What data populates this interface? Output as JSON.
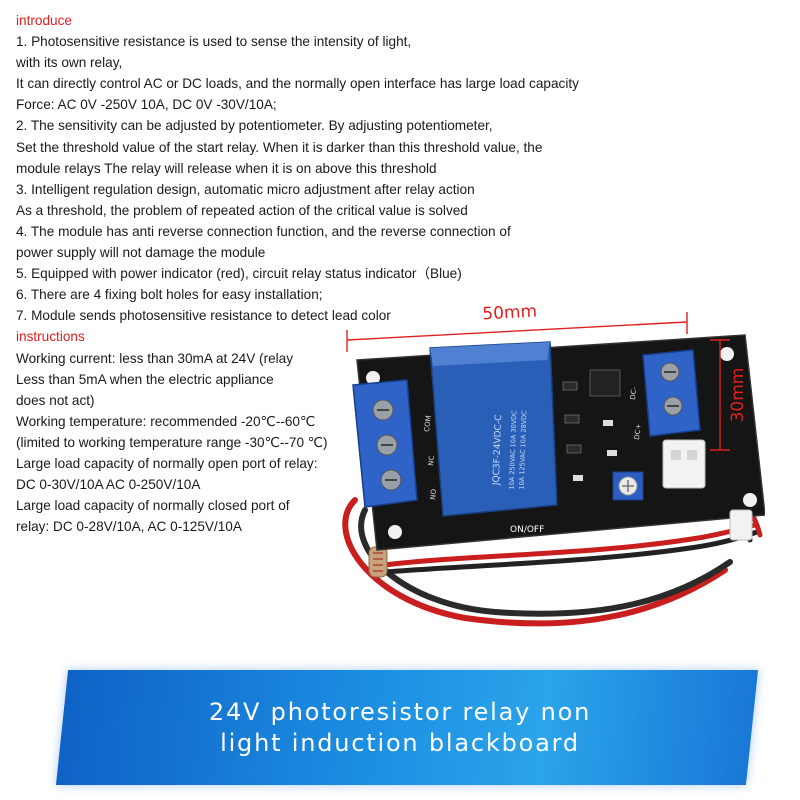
{
  "introduce": {
    "heading": "introduce",
    "lines": [
      "1. Photosensitive resistance is used to sense the intensity of light,",
      "with its own relay,",
      "It can directly control AC or DC loads, and the normally open interface has large load capacity",
      "Force: AC 0V -250V 10A, DC 0V -30V/10A;",
      "2. The sensitivity can be adjusted by potentiometer. By adjusting potentiometer,",
      "Set the threshold value of the start relay. When it is darker than this threshold value, the",
      "module relays The relay will release when it is on above this threshold",
      "3. Intelligent regulation design, automatic micro adjustment after relay action",
      "As a threshold, the problem of repeated action of the critical value is solved",
      "4. The module has anti reverse connection function, and the reverse connection of",
      "power supply will not damage the module",
      "5. Equipped with power indicator (red), circuit relay status indicator（Blue)",
      "6. There are 4 fixing bolt holes for easy installation;",
      "7. Module sends photosensitive resistance to detect lead color"
    ]
  },
  "instructions": {
    "heading": "instructions",
    "lines": [
      "Working current: less than 30mA at 24V (relay",
      "Less than 5mA when the electric appliance",
      "does not act)",
      "Working temperature: recommended -20℃--60℃",
      "(limited to working temperature range -30℃--70 ℃)",
      "Large load capacity of normally open port of relay:",
      "DC 0-30V/10A AC 0-250V/10A",
      "Large load capacity of normally closed port of",
      "relay: DC 0-28V/10A, AC 0-125V/10A"
    ]
  },
  "product_image": {
    "width_label": "50mm",
    "height_label": "30mm",
    "relay_text": [
      "JQC3F-24VDC-C",
      "10A 250VAC  10A 30VDC",
      "10A 125VAC  10A 28VDC"
    ],
    "terminal_labels": [
      "COM",
      "NC",
      "NO"
    ],
    "dc_labels": [
      "DC-",
      "DC+"
    ],
    "switch_label": "ON/OFF",
    "colors": {
      "board": "#151515",
      "relay": "#2a5fb8",
      "terminal": "#2f63c7",
      "dimension": "#e02020"
    }
  },
  "banner": {
    "line1": "24V photoresistor relay non",
    "line2": "light induction blackboard",
    "color": "#1c8fe2"
  }
}
